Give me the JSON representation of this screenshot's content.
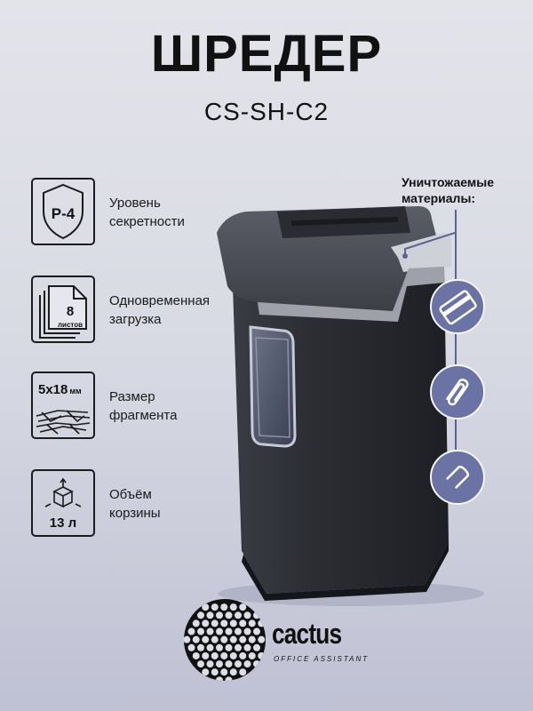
{
  "header": {
    "title": "ШРЕДЕР",
    "model": "CS-SH-C2"
  },
  "features": [
    {
      "badge": "P-4",
      "label_line1": "Уровень",
      "label_line2": "секретности",
      "icon": "shield-icon"
    },
    {
      "badge_number": "8",
      "badge_caption": "листов",
      "label_line1": "Одновременная",
      "label_line2": "загрузка",
      "icon": "sheets-stack-icon"
    },
    {
      "badge": "5x18",
      "badge_unit": "мм",
      "label_line1": "Размер",
      "label_line2": "фрагмента",
      "icon": "paper-strips-icon"
    },
    {
      "badge": "13 л",
      "label_line1": "Объём",
      "label_line2": "корзины",
      "icon": "box-volume-icon"
    }
  ],
  "materials": {
    "label_line1": "Уничтожаемые",
    "label_line2": "материалы:",
    "items": [
      "credit-card-icon",
      "paperclip-icon",
      "staple-icon"
    ]
  },
  "product": {
    "image": "black paper shredder with grey top and transparent window"
  },
  "brand": {
    "name": "cactus",
    "tagline": "OFFICE ASSISTANT",
    "logo": "honeycomb-circle-logo"
  },
  "colors": {
    "accent": "#6b73a4",
    "text": "#111111",
    "shredder_body": "#2b2d33",
    "shredder_top": "#4a4d55"
  }
}
